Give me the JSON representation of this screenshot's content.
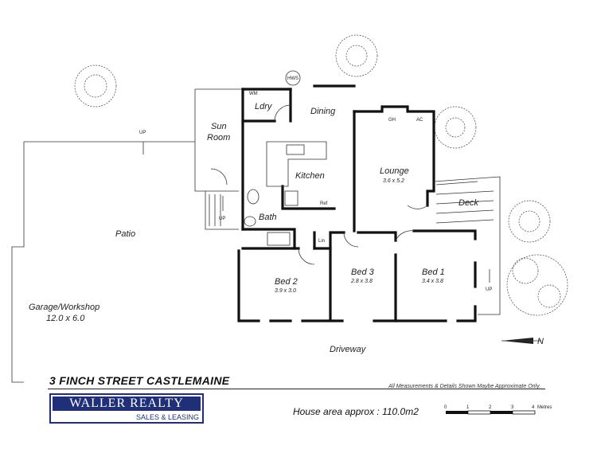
{
  "title": "3 FINCH STREET CASTLEMAINE",
  "disclaimer": "All Measurements & Details Shown Maybe Approximate Only.",
  "area": "House area approx : 110.0m2",
  "logo": {
    "name": "WALLER REALTY",
    "tagline": "SALES & LEASING"
  },
  "rooms": {
    "sunroom_1": "Sun",
    "sunroom_2": "Room",
    "ldry": "Ldry",
    "wm": "WM",
    "hws": "HWS",
    "dining": "Dining",
    "kitchen": "Kitchen",
    "ref": "Ref",
    "bath": "Bath",
    "lin": "Lin",
    "lounge": "Lounge",
    "lounge_dim": "3.6 x 5.2",
    "gh": "GH",
    "ac": "AC",
    "deck": "Deck",
    "bed2": "Bed 2",
    "bed2_dim": "3.9 x 3.0",
    "bed3": "Bed 3",
    "bed3_dim": "2.8 x 3.8",
    "bed1": "Bed 1",
    "bed1_dim": "3.4 x 3.8",
    "patio": "Patio",
    "garage_1": "Garage/Workshop",
    "garage_2": "12.0 x 6.0",
    "driveway": "Driveway"
  },
  "markers": {
    "up1": "UP",
    "up2": "UP",
    "up3": "UP",
    "north": "N"
  },
  "scale": {
    "ticks": [
      "0",
      "1",
      "2",
      "3",
      "4"
    ],
    "unit": "Metres"
  }
}
